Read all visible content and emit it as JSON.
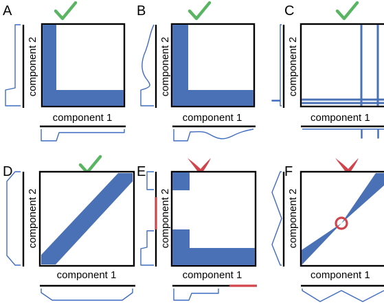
{
  "colors": {
    "fill": "#4a70b5",
    "marginal_line": "#3d6cc0",
    "valid_mark": "#5ab563",
    "invalid_mark": "#d0454c",
    "axis": "#000000"
  },
  "panels": [
    {
      "letter": "A",
      "status": "valid",
      "status_icon": "check-icon",
      "xlabel": "component 1",
      "ylabel": "component 2"
    },
    {
      "letter": "B",
      "status": "valid",
      "status_icon": "check-icon",
      "xlabel": "component 1",
      "ylabel": "component 2"
    },
    {
      "letter": "C",
      "status": "valid",
      "status_icon": "check-icon",
      "xlabel": "component 1",
      "ylabel": "component 2"
    },
    {
      "letter": "D",
      "status": "valid",
      "status_icon": "check-icon",
      "xlabel": "component 1",
      "ylabel": "component 2"
    },
    {
      "letter": "E",
      "status": "invalid",
      "status_icon": "cross-icon",
      "xlabel": "component 1",
      "ylabel": "component 2"
    },
    {
      "letter": "F",
      "status": "invalid",
      "status_icon": "cross-icon",
      "xlabel": "component 1",
      "ylabel": "component 2"
    }
  ]
}
